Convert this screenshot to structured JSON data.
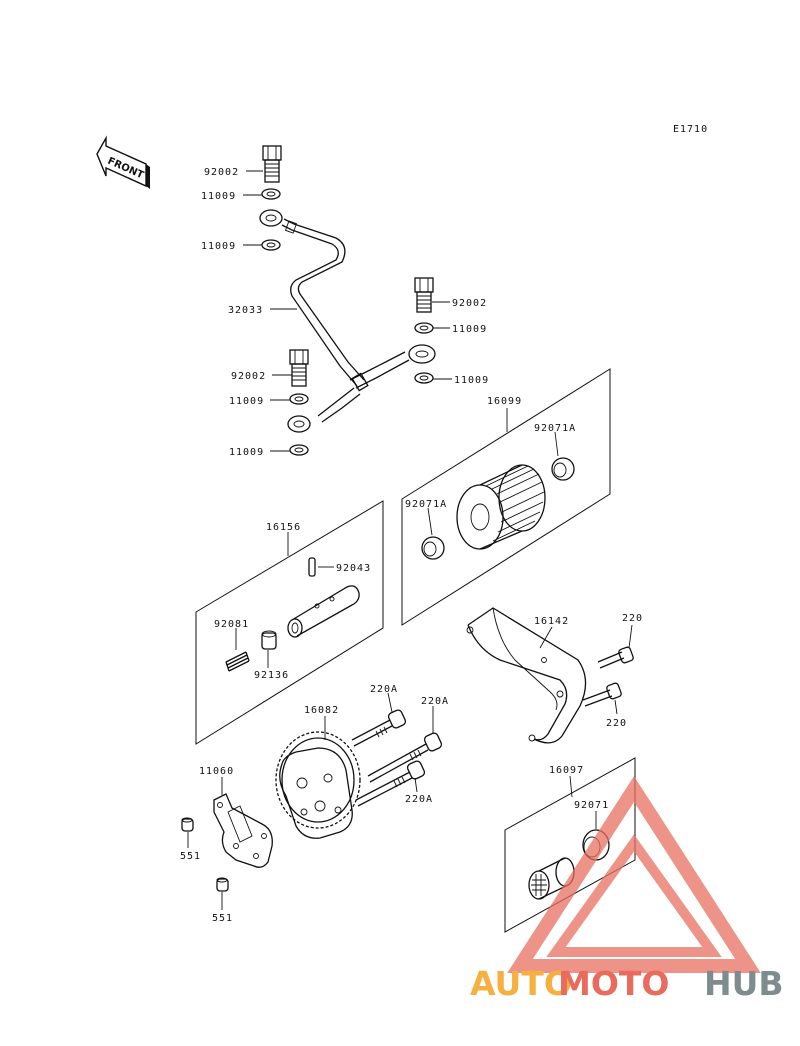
{
  "diagram": {
    "code": "E1710",
    "front_label": "FRONT"
  },
  "parts": {
    "p92002_a": "92002",
    "p11009_a": "11009",
    "p11009_b": "11009",
    "p32033": "32033",
    "p92002_b": "92002",
    "p11009_c": "11009",
    "p11009_d": "11009",
    "p92002_c": "92002",
    "p11009_e": "11009",
    "p11009_f": "11009",
    "p16099": "16099",
    "p92071a_a": "92071A",
    "p92071a_b": "92071A",
    "p16156": "16156",
    "p92043": "92043",
    "p92081": "92081",
    "p92136": "92136",
    "p16142": "16142",
    "p220_a": "220",
    "p220_b": "220",
    "p220a_a": "220A",
    "p220a_b": "220A",
    "p220a_c": "220A",
    "p16082": "16082",
    "p11060": "11060",
    "p551_a": "551",
    "p551_b": "551",
    "p16097": "16097",
    "p92071": "92071"
  },
  "watermark": {
    "part1": "AUTO",
    "part2": "MOTO",
    "part3": "HUB",
    "color_auto": "#f5b041",
    "color_moto": "#ea6b5d",
    "color_hub": "#7f8c8d",
    "logo_color": "#e86f5f"
  }
}
